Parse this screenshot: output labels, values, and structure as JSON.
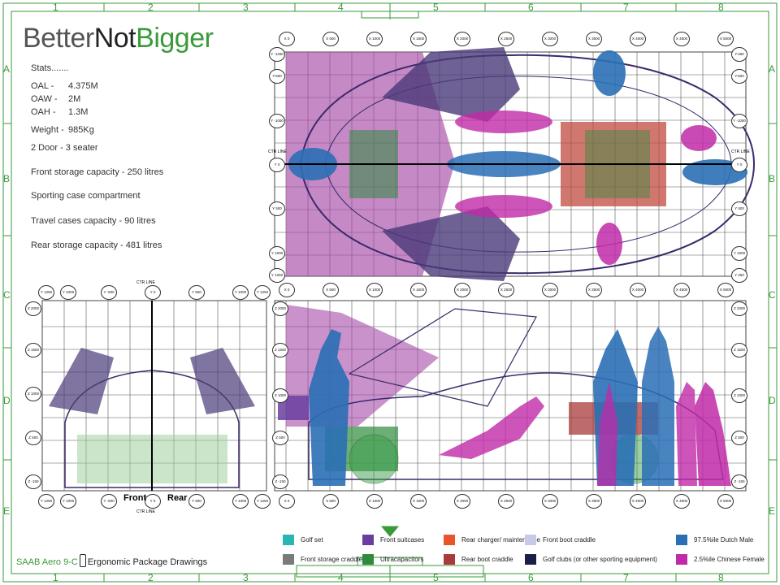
{
  "brand": {
    "part1": "Better",
    "part2": "Not",
    "part3": "Bigger"
  },
  "stats": {
    "heading": "Stats.......",
    "oal_label": "OAL -",
    "oal_value": "4.375M",
    "oaw_label": "OAW -",
    "oaw_value": "2M",
    "oah_label": "OAH -",
    "oah_value": "1.3M",
    "weight_label": "Weight -",
    "weight_value": "985Kg",
    "doors": "2 Door - 3 seater",
    "front_storage": "Front storage capacity - 250 litres",
    "sporting_case": "Sporting case compartment",
    "travel_cases": "Travel cases capacity - 90 litres",
    "rear_storage": "Rear storage capacity  - 481 litres"
  },
  "border": {
    "columns": [
      "1",
      "2",
      "3",
      "4",
      "5",
      "6",
      "7",
      "8"
    ],
    "rows": [
      "A",
      "B",
      "C",
      "D",
      "E"
    ]
  },
  "plan_view": {
    "x_labels": [
      "X 0",
      "X 500",
      "X 1000",
      "X 1500",
      "X 2000",
      "X 2500",
      "X 3000",
      "X 3500",
      "X 4000",
      "X 4500",
      "X 5000"
    ],
    "y_left": [
      "Y -1250",
      "Y-500",
      "Y -1000",
      "Y 0",
      "Y 500",
      "Y 1000",
      "Y 1250"
    ],
    "y_right": [
      "Y-250",
      "Y-500",
      "Y -1000",
      "Y 0",
      "Y 500",
      "Y 1000",
      "Y 250"
    ],
    "ctr_line": "CTR LINE"
  },
  "front_view": {
    "y_top": [
      "Y 1250",
      "Y 1000",
      "Y -500",
      "Y 0",
      "Y 500",
      "Y 1000",
      "Y 1250"
    ],
    "y_bottom": [
      "Y 1250",
      "Y 1000",
      "Y -500",
      "Y 0",
      "Y 500",
      "Y 1000",
      "Y 1250"
    ],
    "z_labels": [
      "Z 2000",
      "Z 1500",
      "Z 1000",
      "Z 500",
      "Z -150"
    ],
    "ctr_line": "CTR LINE",
    "front_label": "Front",
    "rear_label": "Rear"
  },
  "side_view": {
    "x_labels": [
      "X 0",
      "X 500",
      "X 1000",
      "X 1500",
      "X 2000",
      "X 2500",
      "X 3000",
      "X 3500",
      "X 4000",
      "X 4500",
      "X 5000"
    ],
    "z_left": [
      "Z 2000",
      "Z 1500",
      "Z 1000",
      "Z 500",
      "Z -150"
    ],
    "z_right": [
      "Z 2000",
      "Z 1500",
      "Z 1000",
      "Z 500",
      "Z -150"
    ]
  },
  "legend": [
    {
      "label": "Golf set",
      "color": "#2bb5b0"
    },
    {
      "label": "Front storage craddle",
      "color": "#7a7a7a"
    },
    {
      "label": "Front suitcases",
      "color": "#6a3ea0"
    },
    {
      "label": "Ultracapacitors",
      "color": "#2e8b3c"
    },
    {
      "label": "Rear charger/ maintenance",
      "color": "#e8552a"
    },
    {
      "label": "Rear boot craddle",
      "color": "#a83a3a"
    },
    {
      "label": "Front boot craddle",
      "color": "#c8c8e8"
    },
    {
      "label": "Golf clubs (or other sporting equipment)",
      "color": "#1a1f4a"
    },
    {
      "label": "97.5%ile Dutch Male",
      "color": "#2a6fb5"
    },
    {
      "label": "2.5%ile Chinese Female",
      "color": "#c02aa8"
    }
  ],
  "footer": {
    "model": "SAAB Aero 9-C",
    "title": "Ergonomic Package Drawings"
  },
  "colors": {
    "frame": "#3a9a3a",
    "brand_grey": "#555555",
    "brand_dark": "#222222",
    "brand_green": "#3a9a3a"
  }
}
